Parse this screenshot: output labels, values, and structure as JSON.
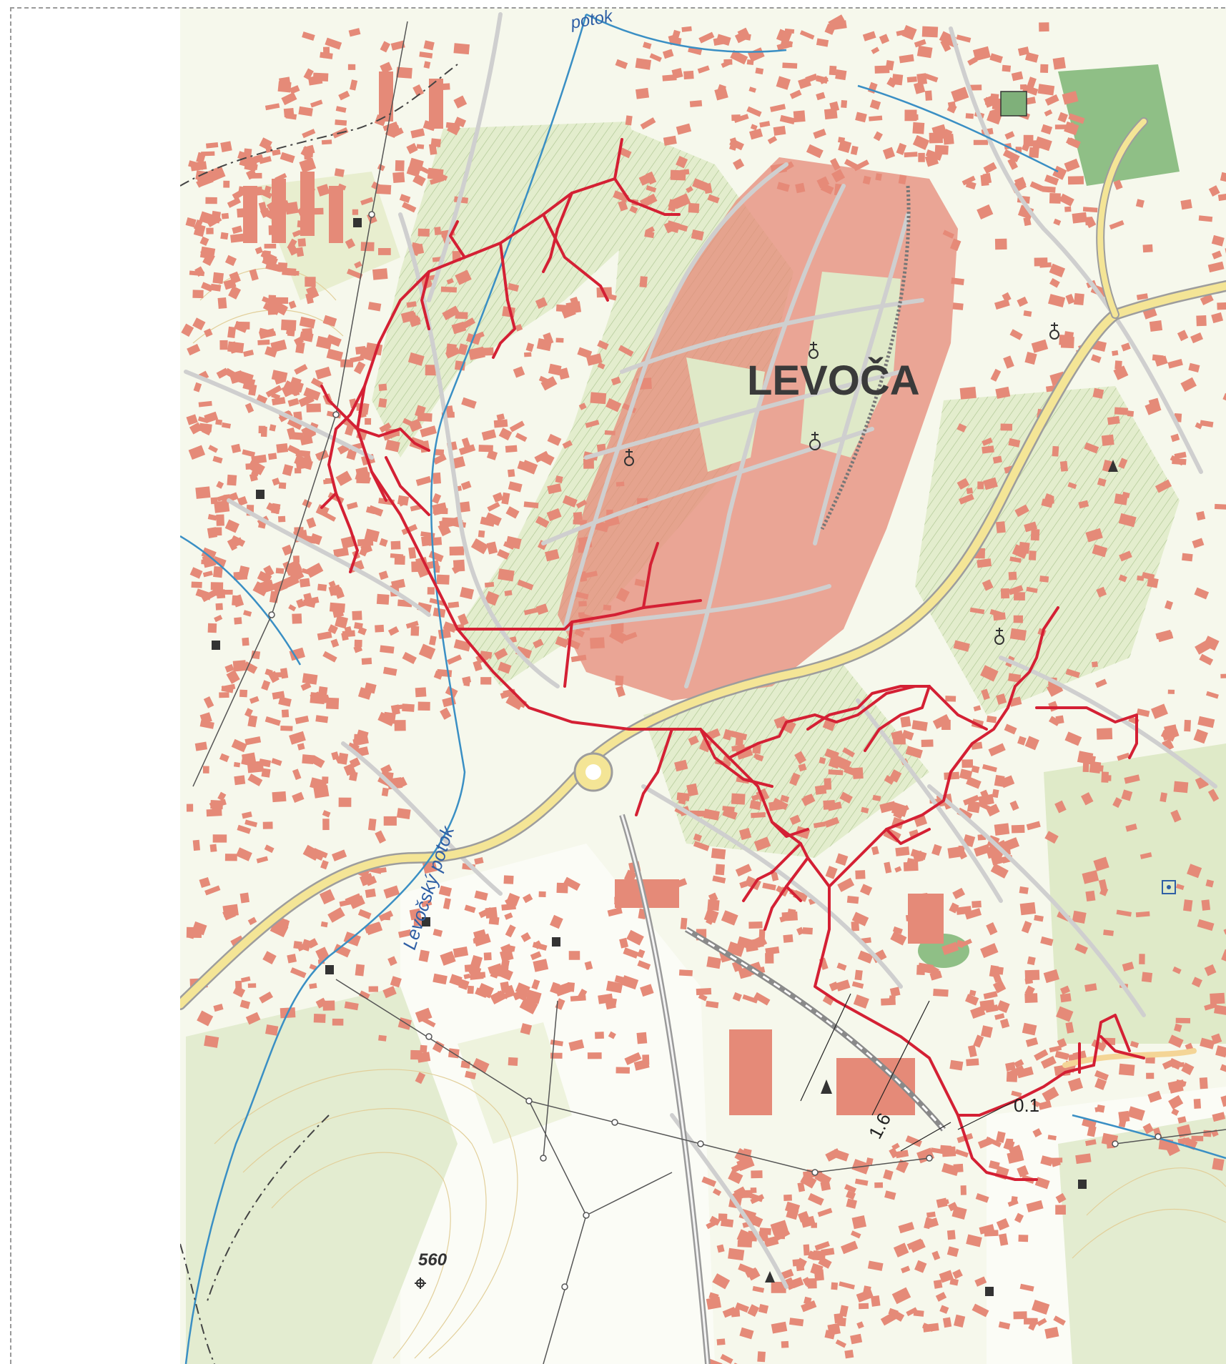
{
  "map": {
    "town_label": "LEVOČA",
    "stream_label": "Levočský potok",
    "stream_label_top": "potok",
    "elevation_label": "560",
    "dimension_labels": [
      "1.6",
      "0.1"
    ],
    "colors": {
      "background": "#ffffff",
      "terrain": "#f6f8ec",
      "greenery": "#dfeac8",
      "buildings": "#e58a78",
      "roads": "#bdbdbd",
      "main_road": "#f4e596",
      "stream": "#3a8fc4",
      "pipeline": "#d42034",
      "power_line": "#555555",
      "railway": "#4a4a4a",
      "boundary": "#444444"
    },
    "symbols": [
      "church-icon",
      "chapel-icon",
      "transformer-icon",
      "tower-icon",
      "elevation-point-icon",
      "sports-field-icon"
    ]
  }
}
